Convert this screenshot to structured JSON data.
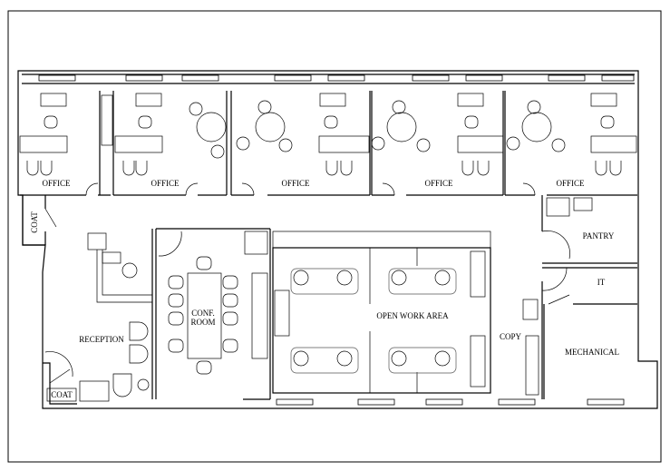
{
  "plan": {
    "rooms": {
      "office_1": "OFFICE",
      "office_2": "OFFICE",
      "office_3": "OFFICE",
      "office_4": "OFFICE",
      "office_5": "OFFICE",
      "coat_upper": "COAT",
      "coat_lower": "COAT",
      "reception": "RECEPTION",
      "conf_line1": "CONF.",
      "conf_line2": "ROOM",
      "open_work_area": "OPEN  WORK AREA",
      "copy": "COPY",
      "pantry": "PANTRY",
      "it": "IT",
      "mechanical": "MECHANICAL"
    }
  }
}
